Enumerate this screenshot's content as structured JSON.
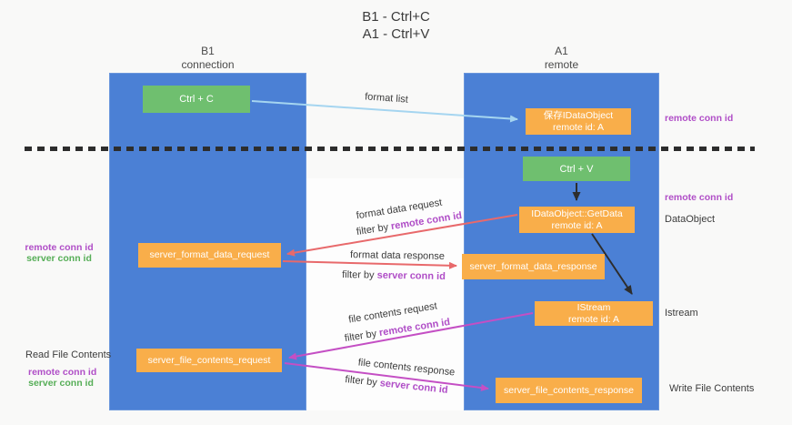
{
  "title": {
    "line1": "B1 - Ctrl+C",
    "line2": "A1 - Ctrl+V"
  },
  "lifelines": {
    "left": {
      "name": "B1",
      "subtitle": "connection"
    },
    "right": {
      "name": "A1",
      "subtitle": "remote"
    }
  },
  "nodes": {
    "ctrl_c": {
      "label": "Ctrl + C"
    },
    "ctrl_v": {
      "label": "Ctrl + V"
    },
    "save_idataobject": {
      "line1": "保存IDataObject",
      "line2": "remote id: A"
    },
    "getdata": {
      "line1": "IDataObject::GetData",
      "line2": "remote id: A"
    },
    "istream": {
      "line1": "IStream",
      "line2": "remote id: A"
    },
    "format_request": {
      "label": "server_format_data_request"
    },
    "format_response": {
      "label": "server_format_data_response"
    },
    "file_request": {
      "label": "server_file_contents_request"
    },
    "file_response": {
      "label": "server_file_contents_response"
    }
  },
  "messages": {
    "format_list": "format list",
    "format_data_request": "format data request",
    "format_data_response": "format data response",
    "file_contents_request": "file contents request",
    "file_contents_response": "file contents response",
    "filter_by": "filter by ",
    "remote_conn_id": "remote conn id",
    "server_conn_id": "server conn id"
  },
  "annotations": {
    "remote_conn_id": "remote conn id",
    "server_conn_id": "server conn id",
    "dataobject": "DataObject",
    "istream": "Istream",
    "read_file_contents": "Read File Contents",
    "write_file_contents": "Write File Contents"
  },
  "colors": {
    "lane_blue": "#4b80d5",
    "node_green": "#6fbf6f",
    "node_orange": "#f9ae4a",
    "arrow_light_blue": "#a5d5f0",
    "arrow_red": "#e8696b",
    "arrow_magenta": "#c44fc4",
    "arrow_black": "#2d2d2d",
    "text_purple": "#b04ec7",
    "text_green": "#56ae57"
  }
}
